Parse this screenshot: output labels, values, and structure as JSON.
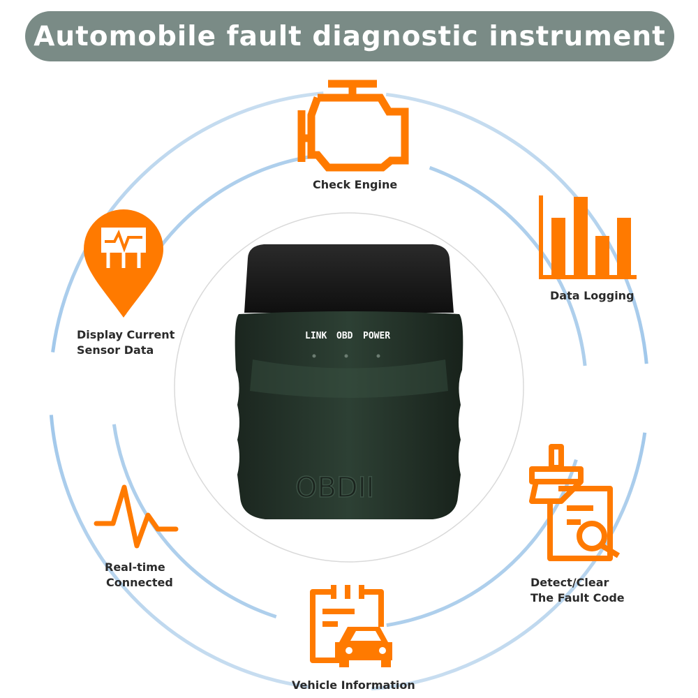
{
  "header": {
    "title": "Automobile fault diagnostic instrument"
  },
  "colors": {
    "accent": "#ff7a00",
    "ring": "#a9cdea",
    "title_bar": "#7a8b86",
    "device_body": "#243329"
  },
  "features": [
    {
      "id": "check-engine",
      "icon": "engine-icon",
      "label": "Check Engine"
    },
    {
      "id": "data-logging",
      "icon": "bar-chart-icon",
      "label": "Data Logging"
    },
    {
      "id": "sensor-data",
      "icon": "sensor-pin-icon",
      "label_line1": "Display Current",
      "label_line2": "Sensor Data"
    },
    {
      "id": "real-time",
      "icon": "pulse-icon",
      "label_line1": "Real-time",
      "label_line2": "Connected"
    },
    {
      "id": "fault-code",
      "icon": "fault-search-icon",
      "label_line1": "Detect/Clear",
      "label_line2": "The Fault Code"
    },
    {
      "id": "vehicle-info",
      "icon": "vehicle-clipboard-icon",
      "label": "Vehicle Information"
    }
  ],
  "device": {
    "led_labels": [
      "LINK",
      "OBD",
      "POWER"
    ],
    "brand_text": "OBDII"
  }
}
